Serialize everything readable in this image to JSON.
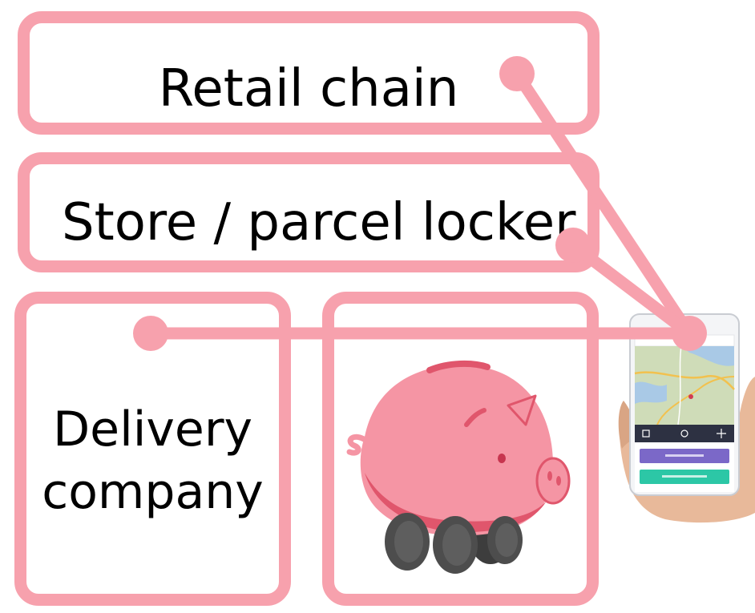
{
  "diagram": {
    "nodes": {
      "retail_chain": {
        "label": "Retail chain"
      },
      "store_parcel_locker": {
        "label": "Store / parcel locker"
      },
      "delivery_company": {
        "label": "Delivery\ncompany"
      },
      "piggy_bank": {
        "icon": "piggy-bank-on-wheels-icon"
      },
      "phone_app": {
        "icon": "smartphone-map-app-icon"
      }
    },
    "edges": [
      {
        "from": "retail_chain",
        "to": "phone_app"
      },
      {
        "from": "store_parcel_locker",
        "to": "phone_app"
      },
      {
        "from": "delivery_company",
        "to": "phone_app"
      }
    ],
    "colors": {
      "accent": "#f7a1ad",
      "pig_body": "#f595a4",
      "pig_dark": "#e0566c",
      "wheel": "#4d4d4d",
      "app_purple": "#7b68c8",
      "app_teal": "#2cc7a6",
      "app_dark": "#2d3142"
    }
  }
}
